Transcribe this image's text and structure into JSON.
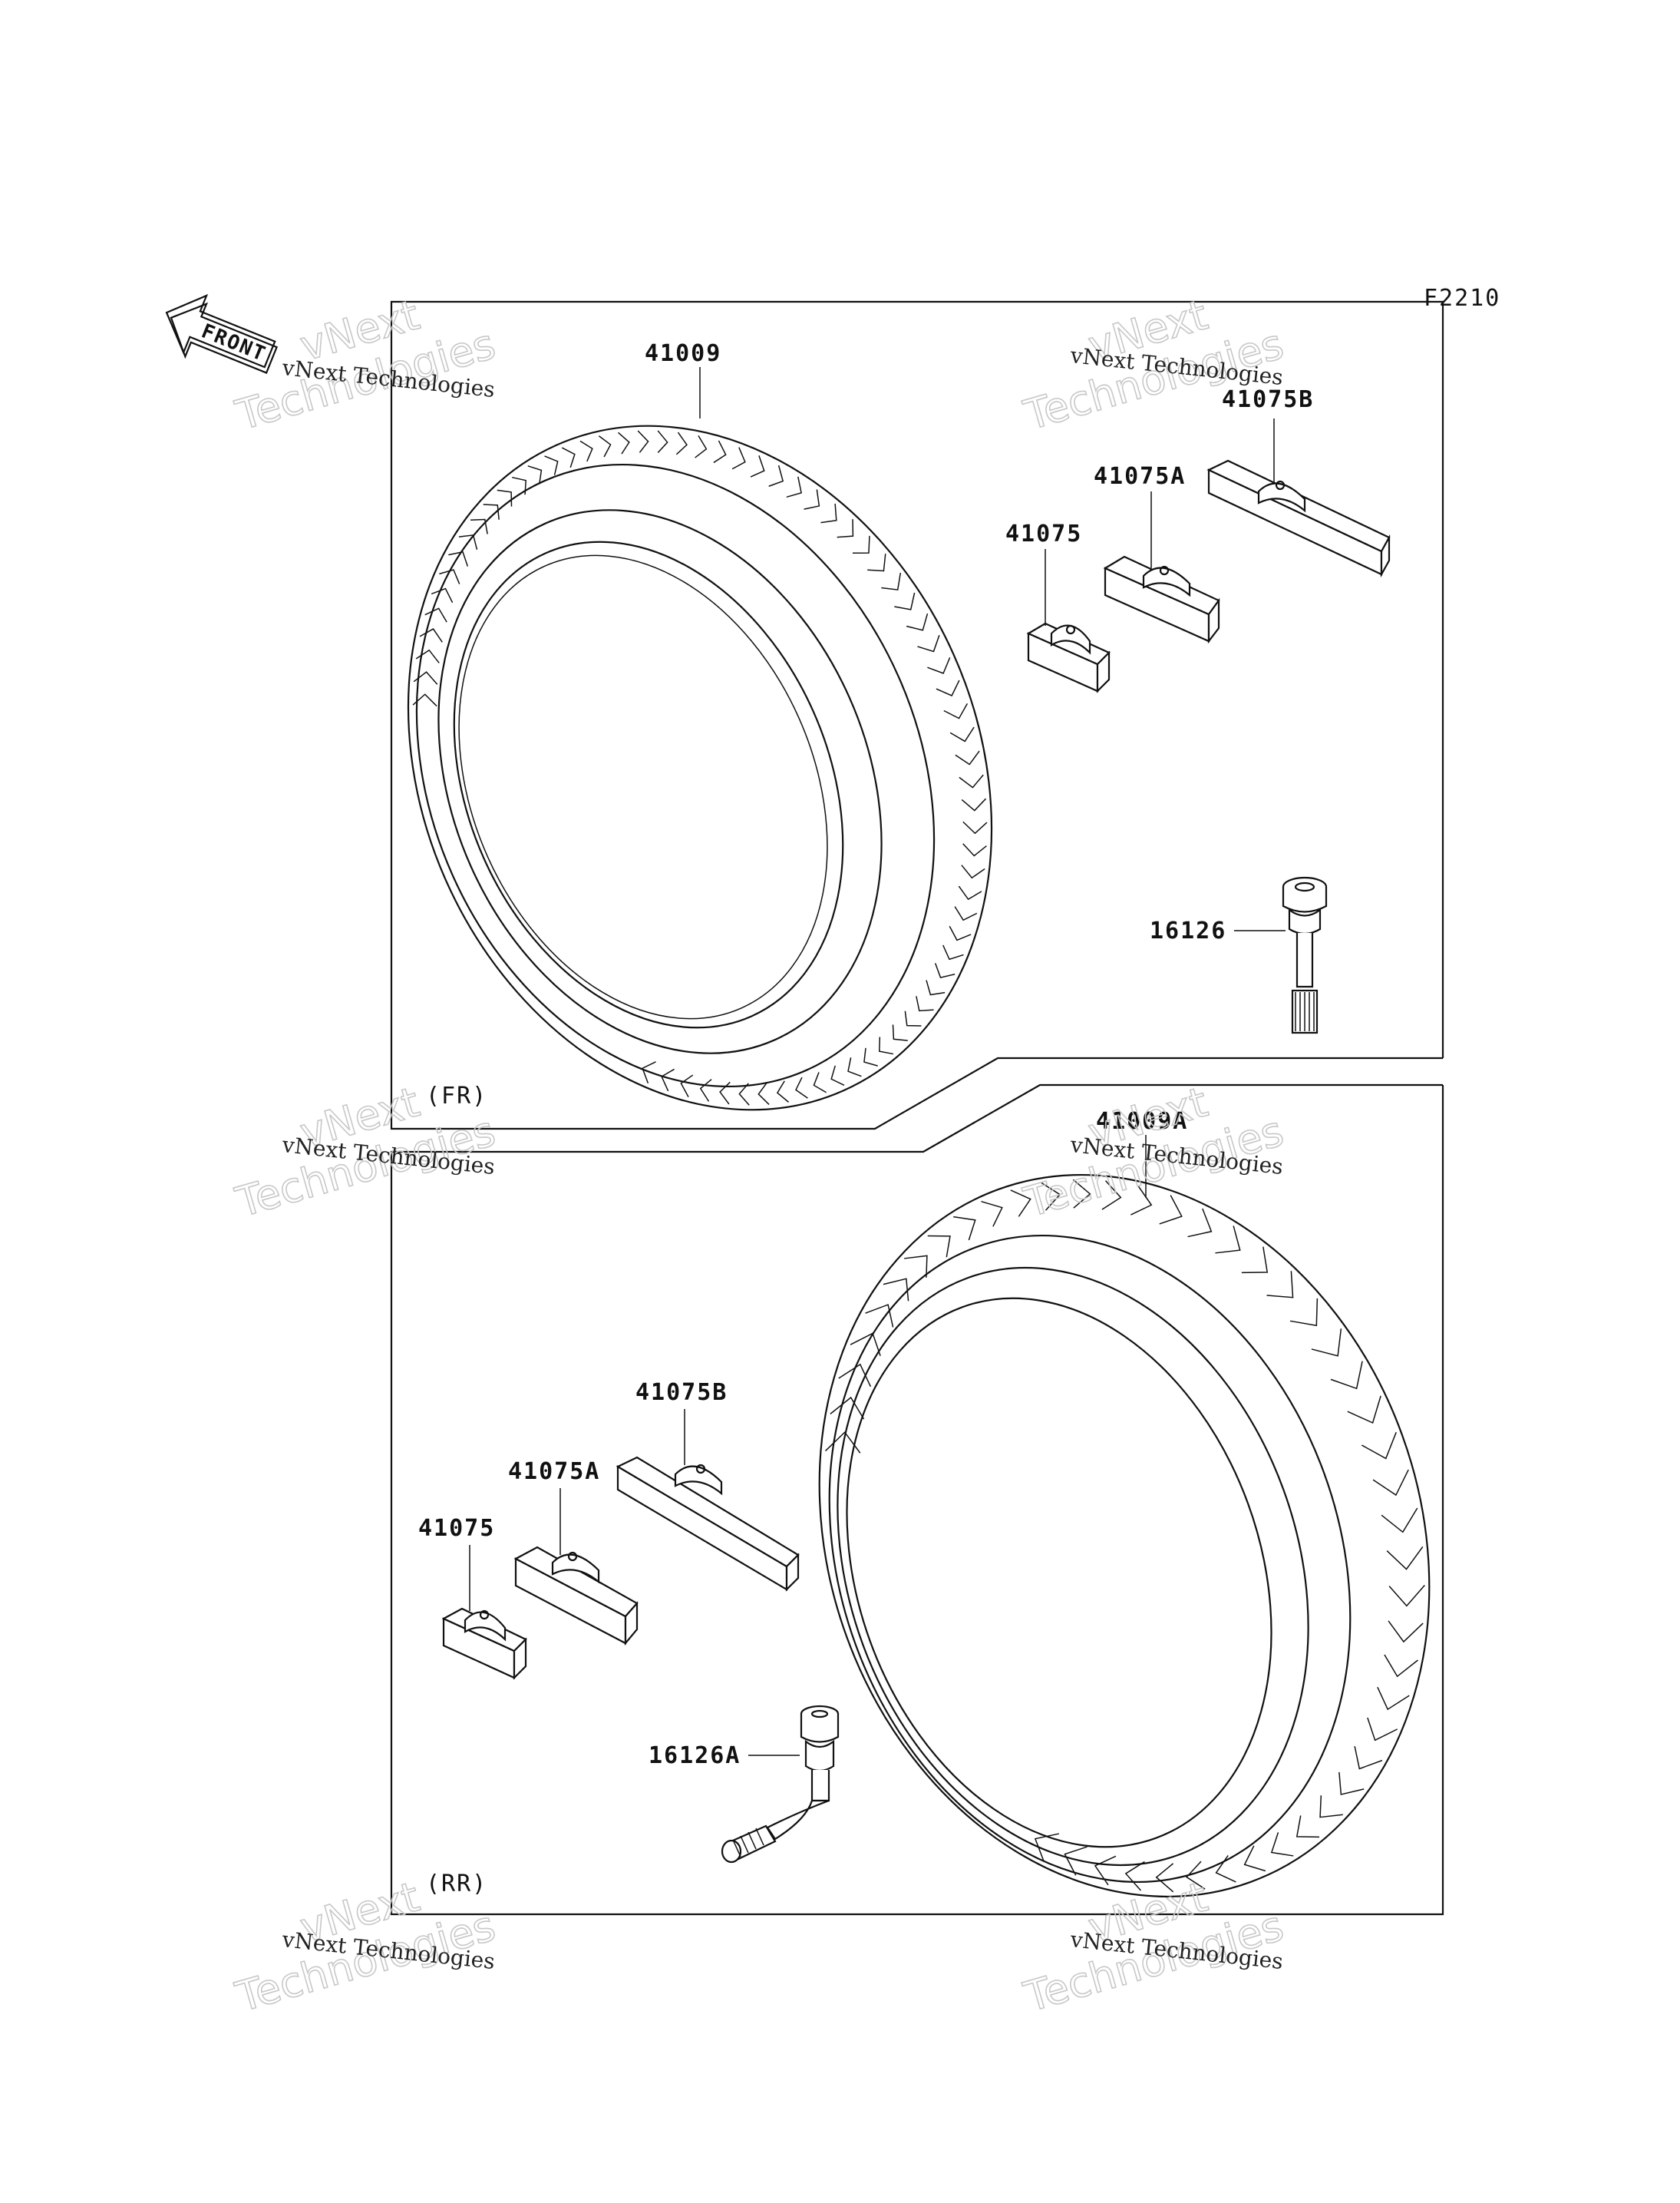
{
  "diagram_code": "F2210",
  "front_arrow": {
    "label": "FRONT",
    "icon": "front-arrow-icon"
  },
  "panels": {
    "front": {
      "tag": "(FR)"
    },
    "rear": {
      "tag": "(RR)"
    }
  },
  "parts": {
    "front_tire": "41009",
    "front_weight": "41075",
    "front_weight_a": "41075A",
    "front_weight_b": "41075B",
    "front_valve": "16126",
    "rear_tire": "41009A",
    "rear_weight": "41075",
    "rear_weight_a": "41075A",
    "rear_weight_b": "41075B",
    "rear_valve": "16126A"
  },
  "watermark": {
    "line": "vNext Technologies",
    "big_top": "vNext",
    "big_bottom": "Technologies"
  },
  "colors": {
    "line": "#111111",
    "background": "#ffffff",
    "watermark": "#c8c8c8"
  }
}
